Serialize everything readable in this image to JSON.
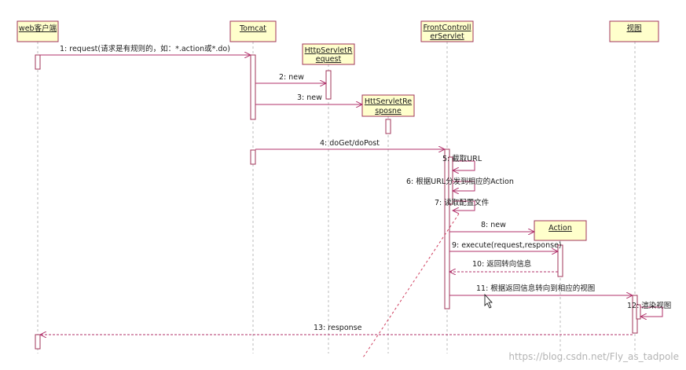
{
  "participants": [
    {
      "id": "client",
      "lines": [
        "web客户端"
      ]
    },
    {
      "id": "tomcat",
      "lines": [
        "Tomcat"
      ]
    },
    {
      "id": "req",
      "lines": [
        "HttpServletR",
        "equest"
      ]
    },
    {
      "id": "resp",
      "lines": [
        "HttServletRe",
        "sposne"
      ]
    },
    {
      "id": "fc",
      "lines": [
        "FrontControll",
        "erServlet"
      ]
    },
    {
      "id": "view",
      "lines": [
        "视图"
      ]
    },
    {
      "id": "action",
      "lines": [
        "Action"
      ]
    }
  ],
  "messages": [
    {
      "label": "1: request(请求是有规则的，如：*.action或*.do)"
    },
    {
      "label": "2: new"
    },
    {
      "label": "3: new"
    },
    {
      "label": "4: doGet/doPost"
    },
    {
      "label": "5: 截取URL"
    },
    {
      "label": "6: 根据URL分发到相应的Action"
    },
    {
      "label": "7: 读取配置文件"
    },
    {
      "label": "8: new"
    },
    {
      "label": "9: execute(request,response)"
    },
    {
      "label": "10: 返回转向信息"
    },
    {
      "label": "11: 根据返回信息转向到相应的视图"
    },
    {
      "label": "12: 渲染视图"
    },
    {
      "label": "13: response"
    }
  ],
  "watermark": "https://blog.csdn.net/Fly_as_tadpole",
  "colors": {
    "box_fill": "#ffffcc",
    "box_stroke": "#a0345a",
    "arrow": "#b0306a",
    "activation_fill": "#ffffff",
    "dashed_line": "#d04060"
  }
}
